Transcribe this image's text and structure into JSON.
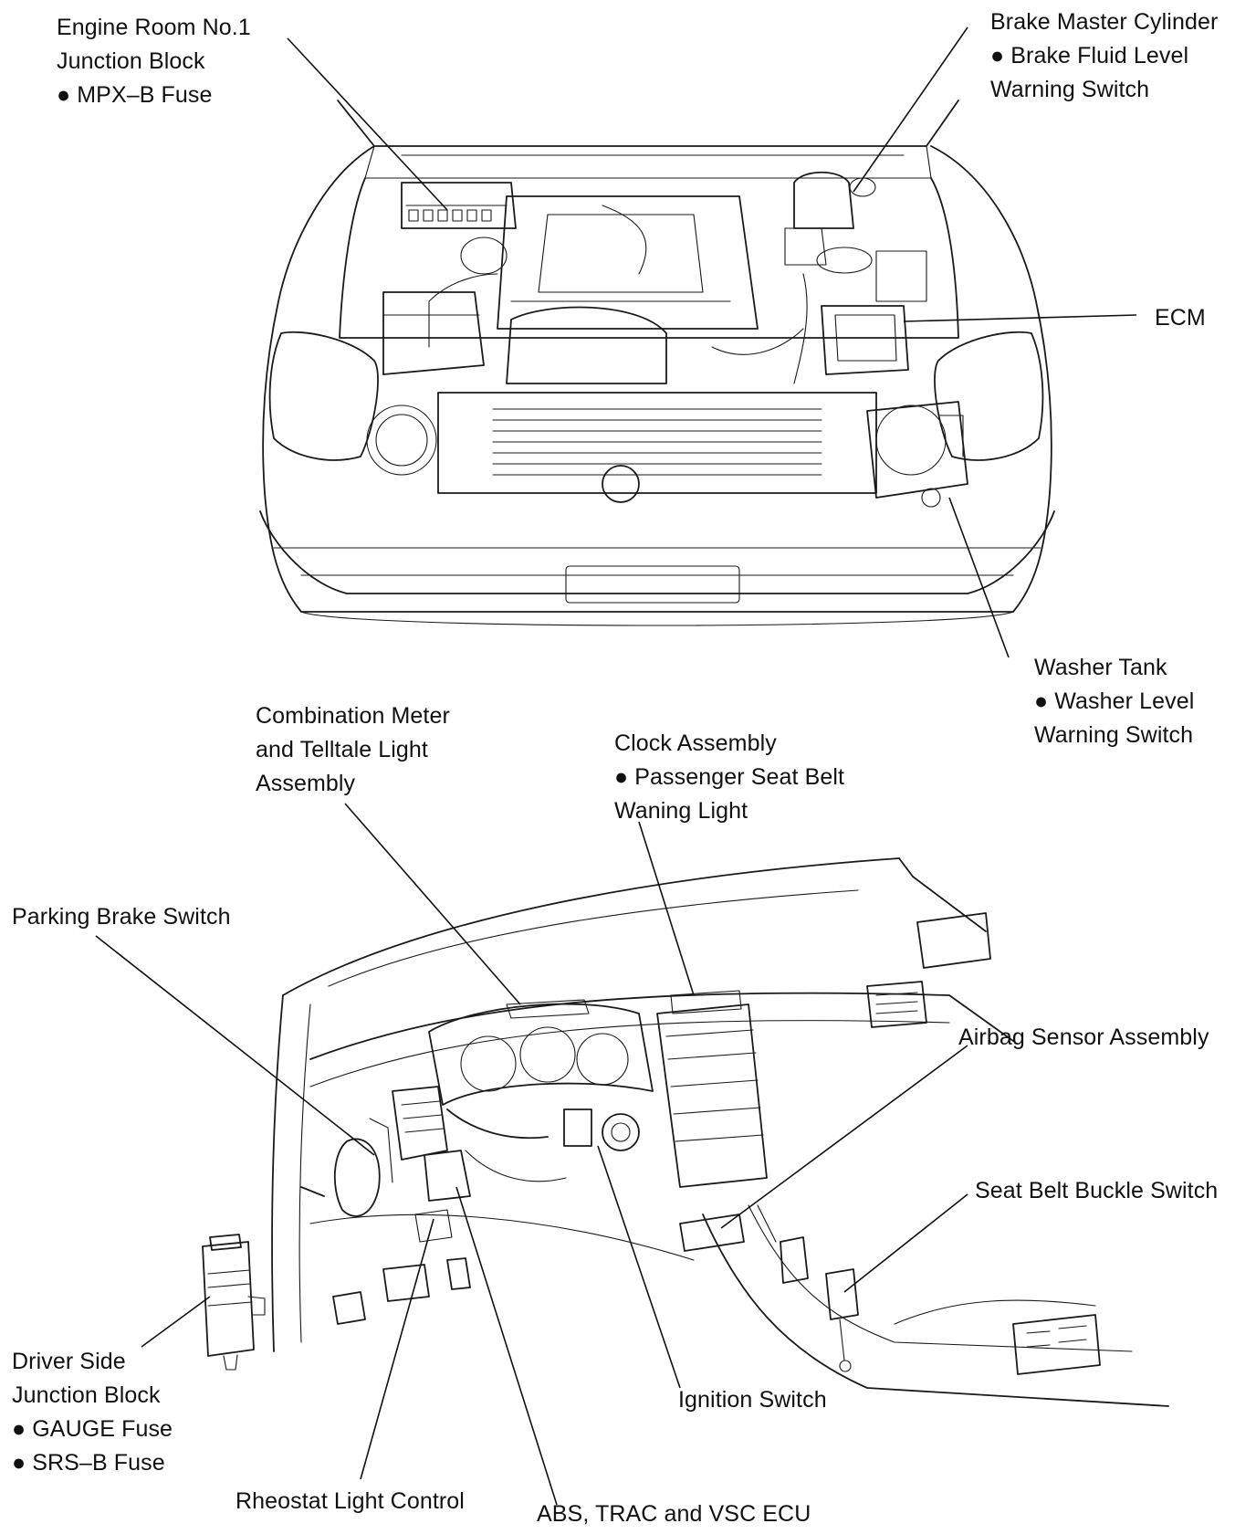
{
  "labels": {
    "engine_room_jb": {
      "lines": [
        "Engine Room No.1",
        "Junction Block",
        "● MPX–B Fuse"
      ]
    },
    "brake_master": {
      "lines": [
        "Brake Master Cylinder",
        "● Brake Fluid Level",
        "Warning Switch"
      ]
    },
    "ecm": {
      "lines": [
        "ECM"
      ]
    },
    "washer_tank": {
      "lines": [
        "Washer Tank",
        "● Washer Level",
        "Warning Switch"
      ]
    },
    "combination_meter": {
      "lines": [
        "Combination Meter",
        "and Telltale Light",
        "Assembly"
      ]
    },
    "clock_assembly": {
      "lines": [
        "Clock Assembly",
        "● Passenger Seat Belt",
        "Waning Light"
      ]
    },
    "parking_brake": {
      "lines": [
        "Parking Brake Switch"
      ]
    },
    "airbag_sensor": {
      "lines": [
        "Airbag Sensor Assembly"
      ]
    },
    "seat_belt_buckle": {
      "lines": [
        "Seat Belt Buckle Switch"
      ]
    },
    "driver_side_jb": {
      "lines": [
        "Driver Side",
        "Junction Block",
        "● GAUGE Fuse",
        "● SRS–B Fuse"
      ]
    },
    "ignition_switch": {
      "lines": [
        "Ignition Switch"
      ]
    },
    "rheostat": {
      "lines": [
        "Rheostat Light Control"
      ]
    },
    "abs_ecu": {
      "lines": [
        "ABS, TRAC and VSC ECU"
      ]
    }
  }
}
